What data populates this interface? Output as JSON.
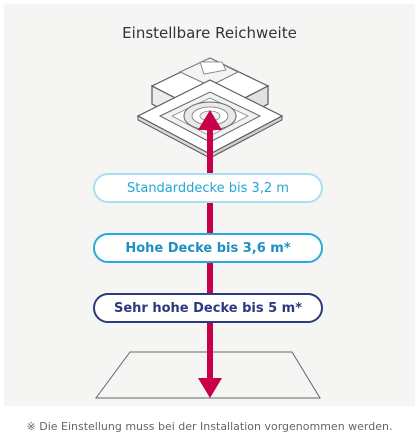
{
  "title": "Einstellbare Reichweite",
  "ranges": [
    {
      "label": "Standarddecke bis 3,2 m",
      "color": "#25a6d6"
    },
    {
      "label": "Hohe Decke bis 3,6 m*",
      "color": "#1d8fc4"
    },
    {
      "label": "Sehr hohe Decke bis 5 m*",
      "color": "#2b3a7e"
    }
  ],
  "arrow_color": "#c8004a",
  "footnote": "※ Die Einstellung muss bei der Installation vorgenommen werden."
}
